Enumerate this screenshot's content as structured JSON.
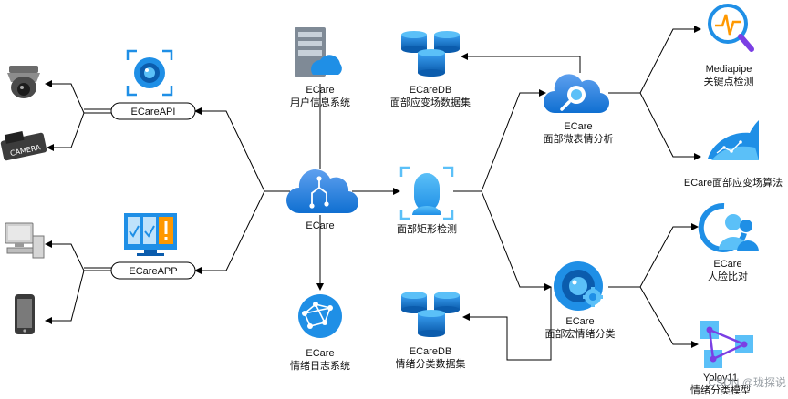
{
  "nodes": {
    "ecare_api": "ECareAPI",
    "ecare_app": "ECareAPP",
    "user_info": [
      "ECare",
      "用户信息系统"
    ],
    "ecare_center": "ECare",
    "emotion_log": [
      "ECare",
      "情绪日志系统"
    ],
    "db_face": [
      "ECareDB",
      "面部应变场数据集"
    ],
    "face_detect": "面部矩形检测",
    "db_emotion": [
      "ECareDB",
      "情绪分类数据集"
    ],
    "micro_analysis": [
      "ECare",
      "面部微表情分析"
    ],
    "macro_classify": [
      "ECare",
      "面部宏情绪分类"
    ],
    "mediapipe": [
      "Mediapipe",
      "关键点检测"
    ],
    "strain_algo": "ECare面部应变场算法",
    "face_compare": [
      "ECare",
      "人脸比对"
    ],
    "yolo": [
      "Yoloy11",
      "情绪分类模型"
    ]
  },
  "watermark": "CSDN @珑探说",
  "colors": {
    "azure_blue": "#1f8fe6",
    "azure_dark": "#0b5cad",
    "light_blue": "#5bc0f8",
    "orange": "#ff9800",
    "purple": "#7b3fe4"
  }
}
